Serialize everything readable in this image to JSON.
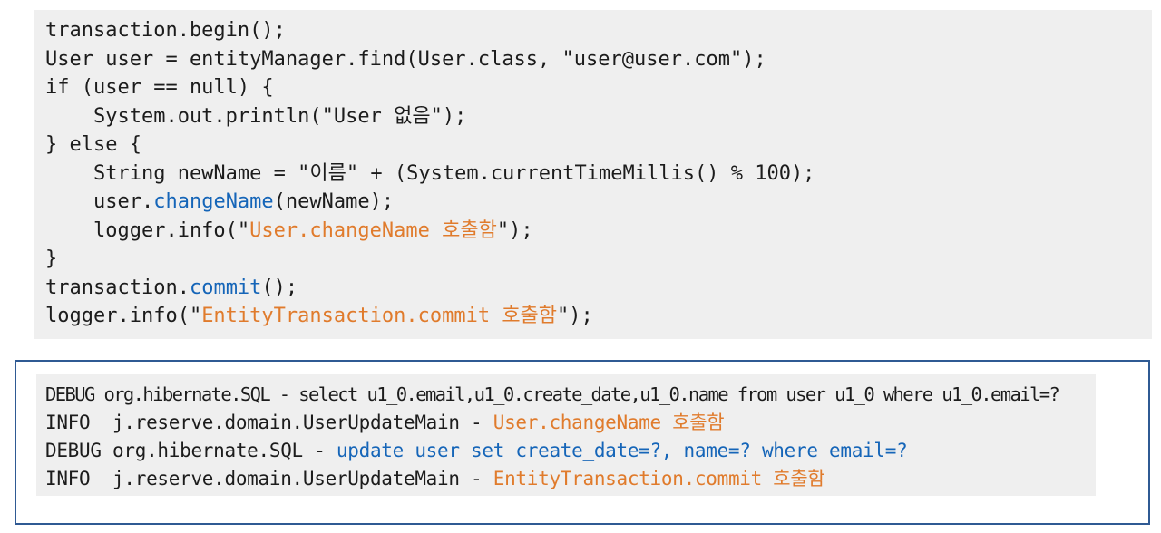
{
  "colors": {
    "method_highlight": "#1565b8",
    "string_highlight": "#e07b2c",
    "panel_background": "#efefef",
    "frame_border": "#2f5a93"
  },
  "code": {
    "l1": "transaction.begin();",
    "l2": "User user = entityManager.find(User.class, \"user@user.com\");",
    "l3": "if (user == null) {",
    "l4": "    System.out.println(\"User 없음\");",
    "l5": "} else {",
    "l6": "    String newName = \"이름\" + (System.currentTimeMillis() % 100);",
    "l7_pre": "    user.",
    "l7_method": "changeName",
    "l7_post": "(newName);",
    "l8_pre": "    logger.info(\"",
    "l8_string": "User.changeName 호출함",
    "l8_post": "\");",
    "l9": "}",
    "l10_pre": "transaction.",
    "l10_method": "commit",
    "l10_post": "();",
    "l11_pre": "logger.info(\"",
    "l11_string": "EntityTransaction.commit 호출함",
    "l11_post": "\");"
  },
  "log": {
    "r1_prefix": "DEBUG org.hibernate.SQL - ",
    "r1_sql": "select u1_0.email,u1_0.create_date,u1_0.name from user u1_0 where u1_0.email=?",
    "r2_prefix": "INFO  j.reserve.domain.UserUpdateMain - ",
    "r2_msg": "User.changeName 호출함",
    "r3_prefix": "DEBUG org.hibernate.SQL - ",
    "r3_sql": "update user set create_date=?, name=? where email=?",
    "r4_prefix": "INFO  j.reserve.domain.UserUpdateMain - ",
    "r4_msg": "EntityTransaction.commit 호출함"
  }
}
